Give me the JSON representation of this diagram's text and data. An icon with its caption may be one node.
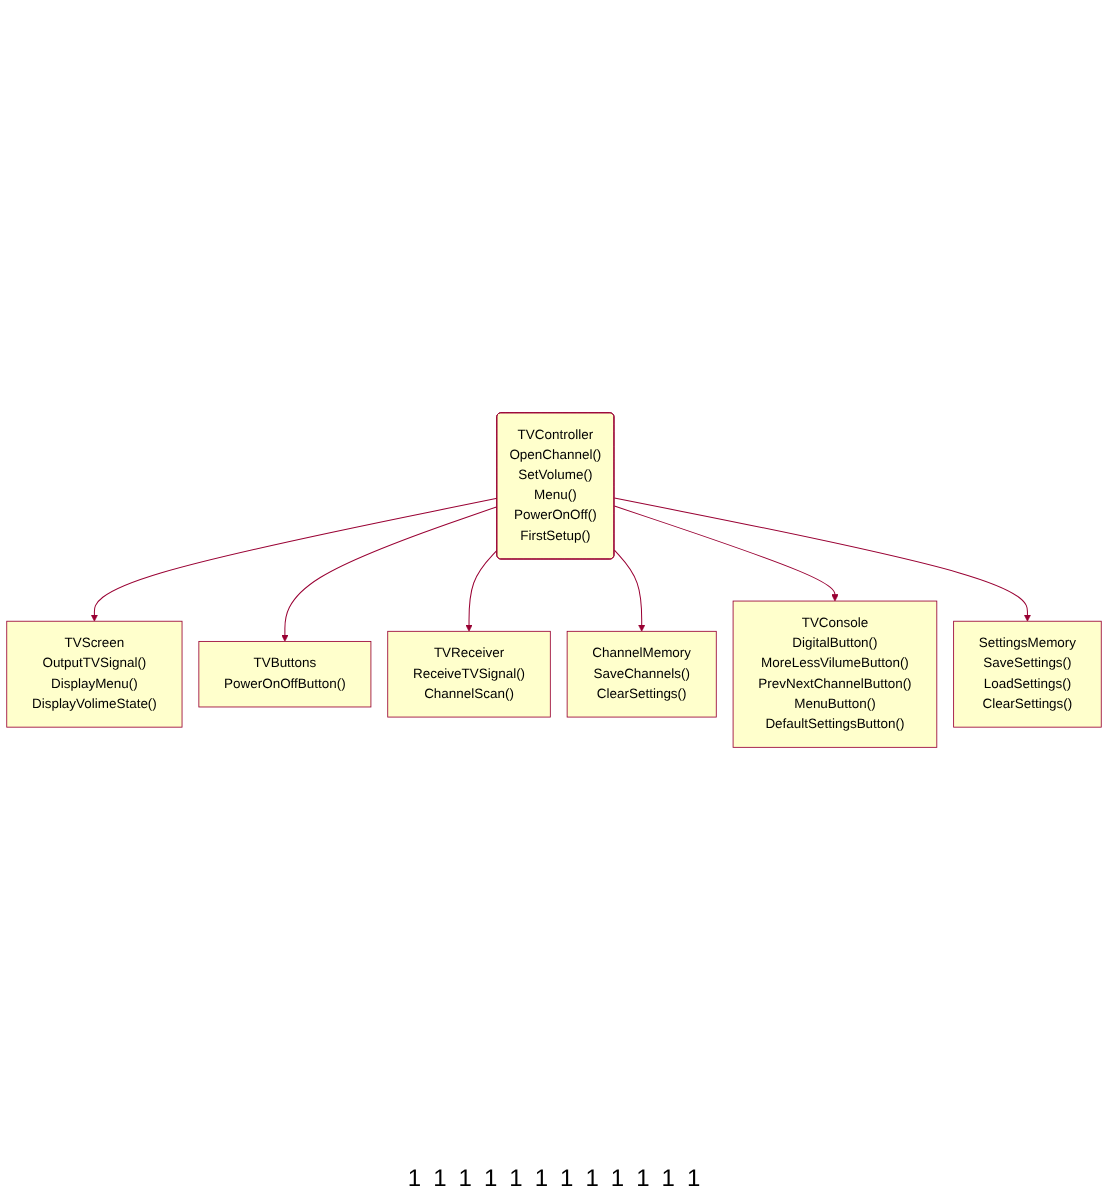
{
  "diagram": {
    "nodes": [
      {
        "text": [
          "TVScreen",
          "OutputTVSignal()",
          "DisplayMenu()",
          "DisplayVolimeState()"
        ]
      },
      {
        "text": [
          "TVButtons",
          "PowerOnOffButton()"
        ]
      },
      {
        "text": [
          "TVReceiver",
          "ReceiveTVSignal()",
          "ChannelScan()"
        ]
      },
      {
        "text": [
          "ChannelMemory",
          "SaveChannels()",
          "ClearSettings()"
        ]
      },
      {
        "text": [
          "TVController",
          "OpenChannel()",
          "SetVolume()",
          "Menu()",
          "PowerOnOff()",
          "FirstSetup()"
        ]
      },
      {
        "text": [
          "TVConsole",
          "DigitalButton()",
          "MoreLessVilumeButton()",
          "PrevNextChannelButton()",
          "MenuButton()",
          "DefaultSettingsButton()"
        ]
      },
      {
        "text": [
          "SettingsMemory",
          "SaveSettings()",
          "LoadSettings()",
          "ClearSettings()"
        ]
      }
    ],
    "edges": [
      {
        "from": 4,
        "to": 0,
        "arrow": "to"
      },
      {
        "from": 4,
        "to": 1,
        "arrow": "to"
      },
      {
        "from": 4,
        "to": 2,
        "arrow": "to"
      },
      {
        "from": 4,
        "to": 3,
        "arrow": "to"
      },
      {
        "from": 4,
        "to": 5,
        "arrow": "to"
      },
      {
        "from": 4,
        "to": 6,
        "arrow": "to"
      }
    ],
    "labels": [
      "1",
      "1",
      "1",
      "1",
      "1",
      "1",
      "1",
      "1",
      "1",
      "1",
      "1",
      "1"
    ]
  }
}
